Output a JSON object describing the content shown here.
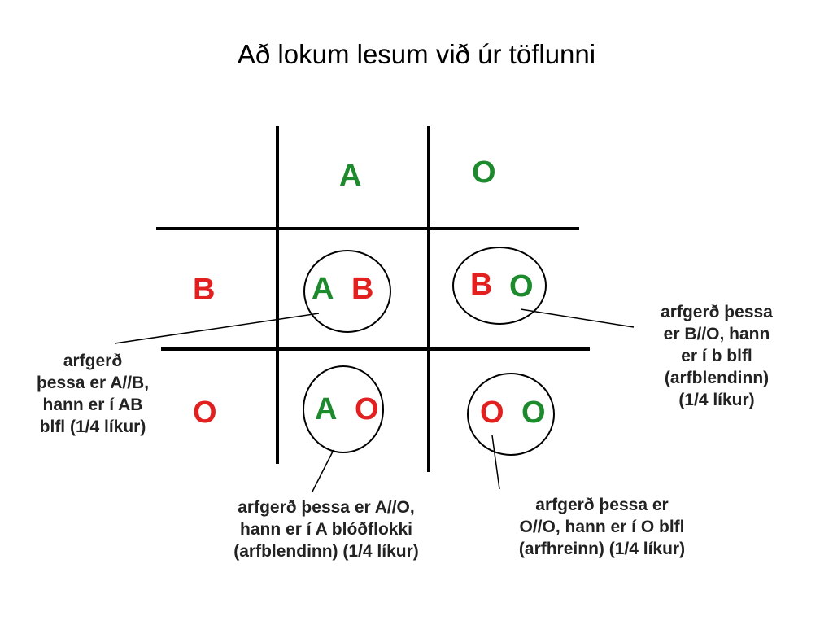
{
  "title": "Að lokum lesum við úr töflunni",
  "colors": {
    "allele_a": "#1e8a2e",
    "allele_o_top": "#1e8a2e",
    "allele_b": "#e1201f",
    "allele_o_side": "#e1201f",
    "lines": "#000000"
  },
  "headers": {
    "top": [
      "A",
      "O"
    ],
    "side": [
      "B",
      "O"
    ]
  },
  "cells": {
    "ab": [
      "A",
      "B"
    ],
    "bo": [
      "B",
      "O"
    ],
    "ao": [
      "A",
      "O"
    ],
    "oo": [
      "O",
      "O"
    ]
  },
  "notes": {
    "ab": [
      "arfgerð",
      "þessa er A//B,",
      "hann er í AB",
      "blfl (1/4 líkur)"
    ],
    "bo": [
      "arfgerð þessa",
      "er B//O, hann",
      "er í b blfl",
      "(arfblendinn)",
      "(1/4 líkur)"
    ],
    "ao": [
      "arfgerð þessa er A//O,",
      "hann er í A blóðflokki",
      "(arfblendinn) (1/4 líkur)"
    ],
    "oo": [
      "arfgerð þessa er",
      "O//O, hann er í O blfl",
      "(arfhreinn) (1/4 líkur)"
    ]
  }
}
